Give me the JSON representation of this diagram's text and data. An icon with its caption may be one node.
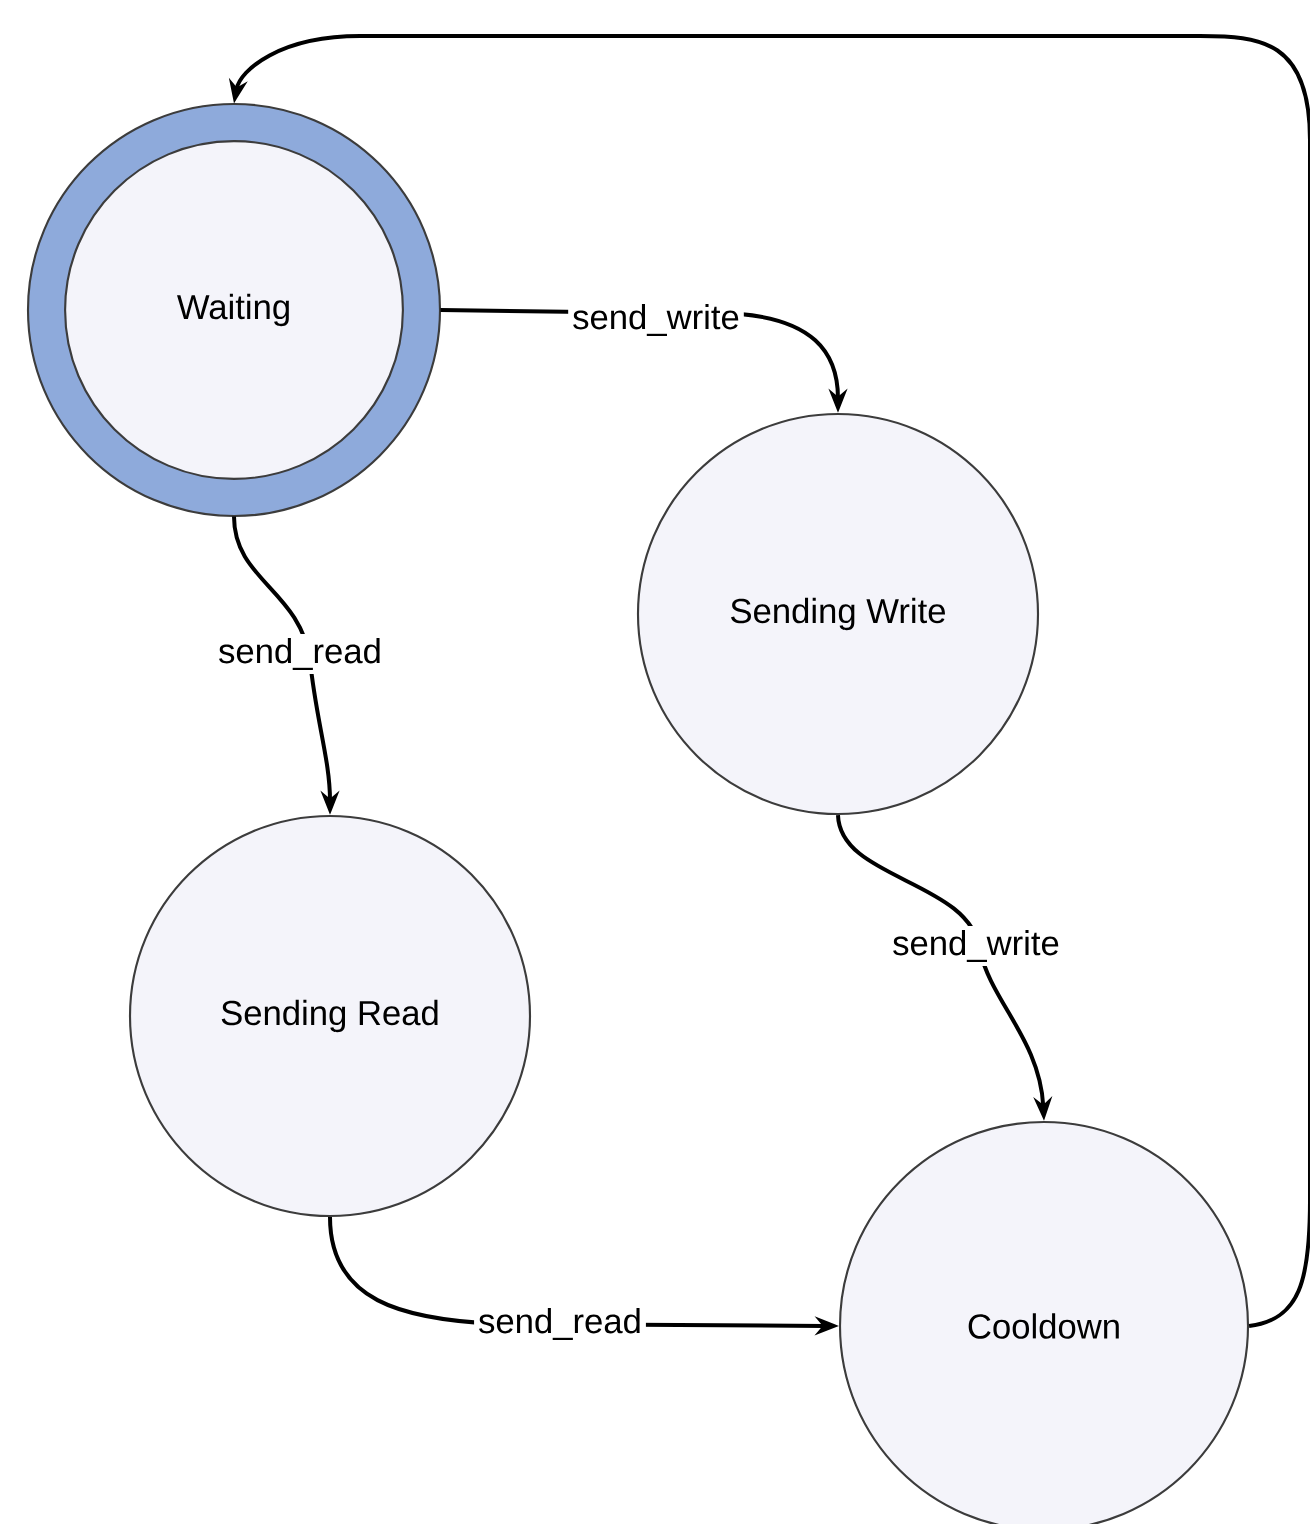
{
  "diagram": {
    "nodes": [
      {
        "text": [
          "Waiting"
        ]
      },
      {
        "text": [
          "Sending Write"
        ]
      },
      {
        "text": [
          "Sending Read"
        ]
      },
      {
        "text": [
          "Cooldown"
        ]
      }
    ],
    "edges": [
      {
        "from": 0,
        "to": 1,
        "arrow": "to",
        "label": "send_write"
      },
      {
        "from": 0,
        "to": 2,
        "arrow": "to",
        "label": "send_read"
      },
      {
        "from": 1,
        "to": 3,
        "arrow": "to",
        "label": "send_write"
      },
      {
        "from": 2,
        "to": 3,
        "arrow": "to",
        "label": "send_read"
      },
      {
        "from": 3,
        "to": 0,
        "arrow": "to"
      }
    ]
  }
}
